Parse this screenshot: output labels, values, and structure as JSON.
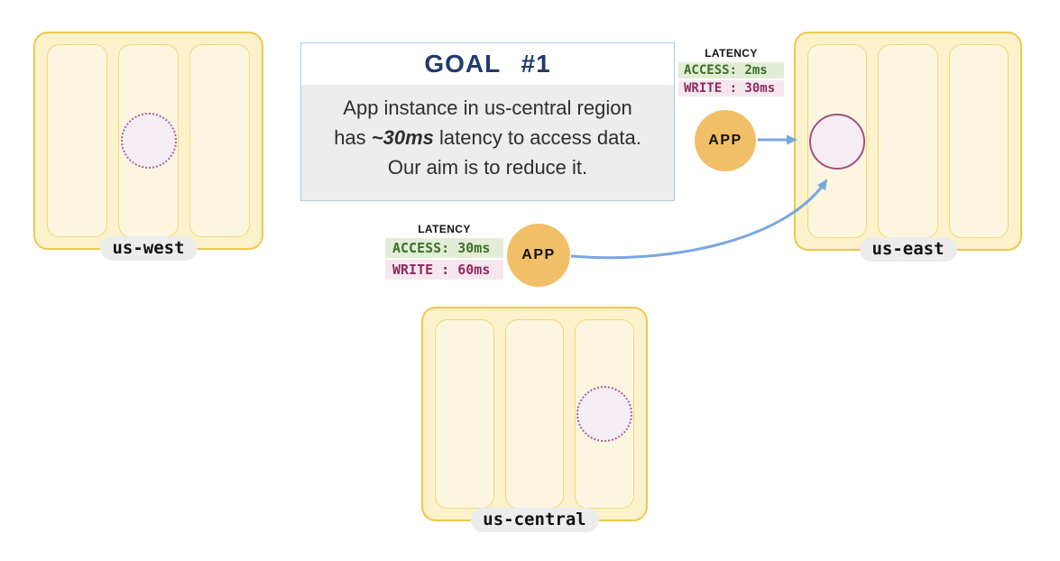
{
  "regions": [
    {
      "id": "us-west",
      "label": "us-west"
    },
    {
      "id": "us-east",
      "label": "us-east"
    },
    {
      "id": "us-central",
      "label": "us-central"
    }
  ],
  "goal": {
    "title": "GOAL #1",
    "line1": "App instance in us-central region",
    "line2_prefix": "has ",
    "line2_em": "~30ms",
    "line2_suffix": " latency to access data.",
    "line3": "Our aim is to reduce it."
  },
  "latency_east": {
    "title": "LATENCY",
    "access": "ACCESS: 2ms",
    "write": "WRITE : 30ms"
  },
  "latency_central": {
    "title": "LATENCY",
    "access": "ACCESS: 30ms",
    "write": "WRITE : 60ms"
  },
  "app_east_label": "APP",
  "app_central_label": "APP",
  "colors": {
    "region_fill": "#FBF1CB",
    "region_border": "#ECC94D",
    "zone_fill": "#FCF6E0",
    "zone_border": "#F0D878",
    "region_label_bg": "#ECECEC",
    "arrow": "#7AA7DE",
    "app_fill": "#F2BF69",
    "goal_border": "#AECBEA",
    "goal_body_bg": "#EDEDED",
    "goal_title_color": "#1F3B6E",
    "access_bg": "#E2EDD5",
    "access_text": "#3D6E2A",
    "write_bg": "#F6E7EF",
    "write_text": "#8C2A60",
    "replica_fill": "#F4EDF4",
    "replica_solid_border": "#A2517C",
    "replica_dotted_border": "#A8639B"
  }
}
